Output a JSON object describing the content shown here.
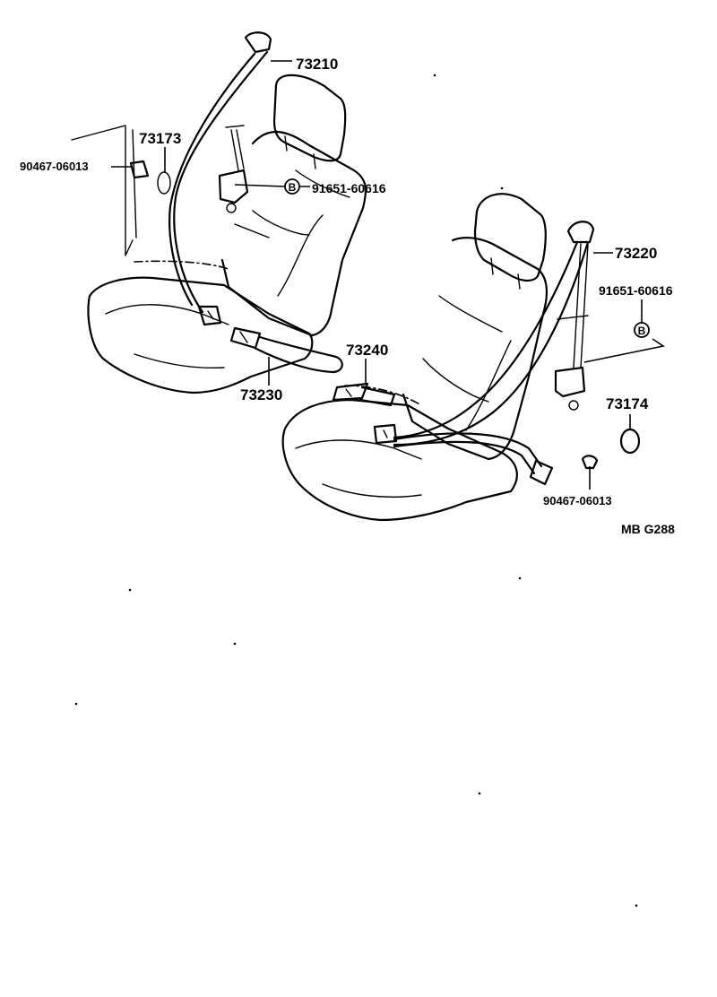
{
  "diagram": {
    "callouts": [
      {
        "id": "73210",
        "text": "73210"
      },
      {
        "id": "73173",
        "text": "73173"
      },
      {
        "id": "90467-06013-left",
        "text": "90467-06013"
      },
      {
        "id": "91651-60616-left",
        "text": "91651-60616"
      },
      {
        "id": "73220",
        "text": "73220"
      },
      {
        "id": "91651-60616-right",
        "text": "91651-60616"
      },
      {
        "id": "73240",
        "text": "73240"
      },
      {
        "id": "73230",
        "text": "73230"
      },
      {
        "id": "73174",
        "text": "73174"
      },
      {
        "id": "90467-06013-right",
        "text": "90467-06013"
      }
    ],
    "bolt_marker": "B",
    "figure_code": "MB  G288"
  }
}
